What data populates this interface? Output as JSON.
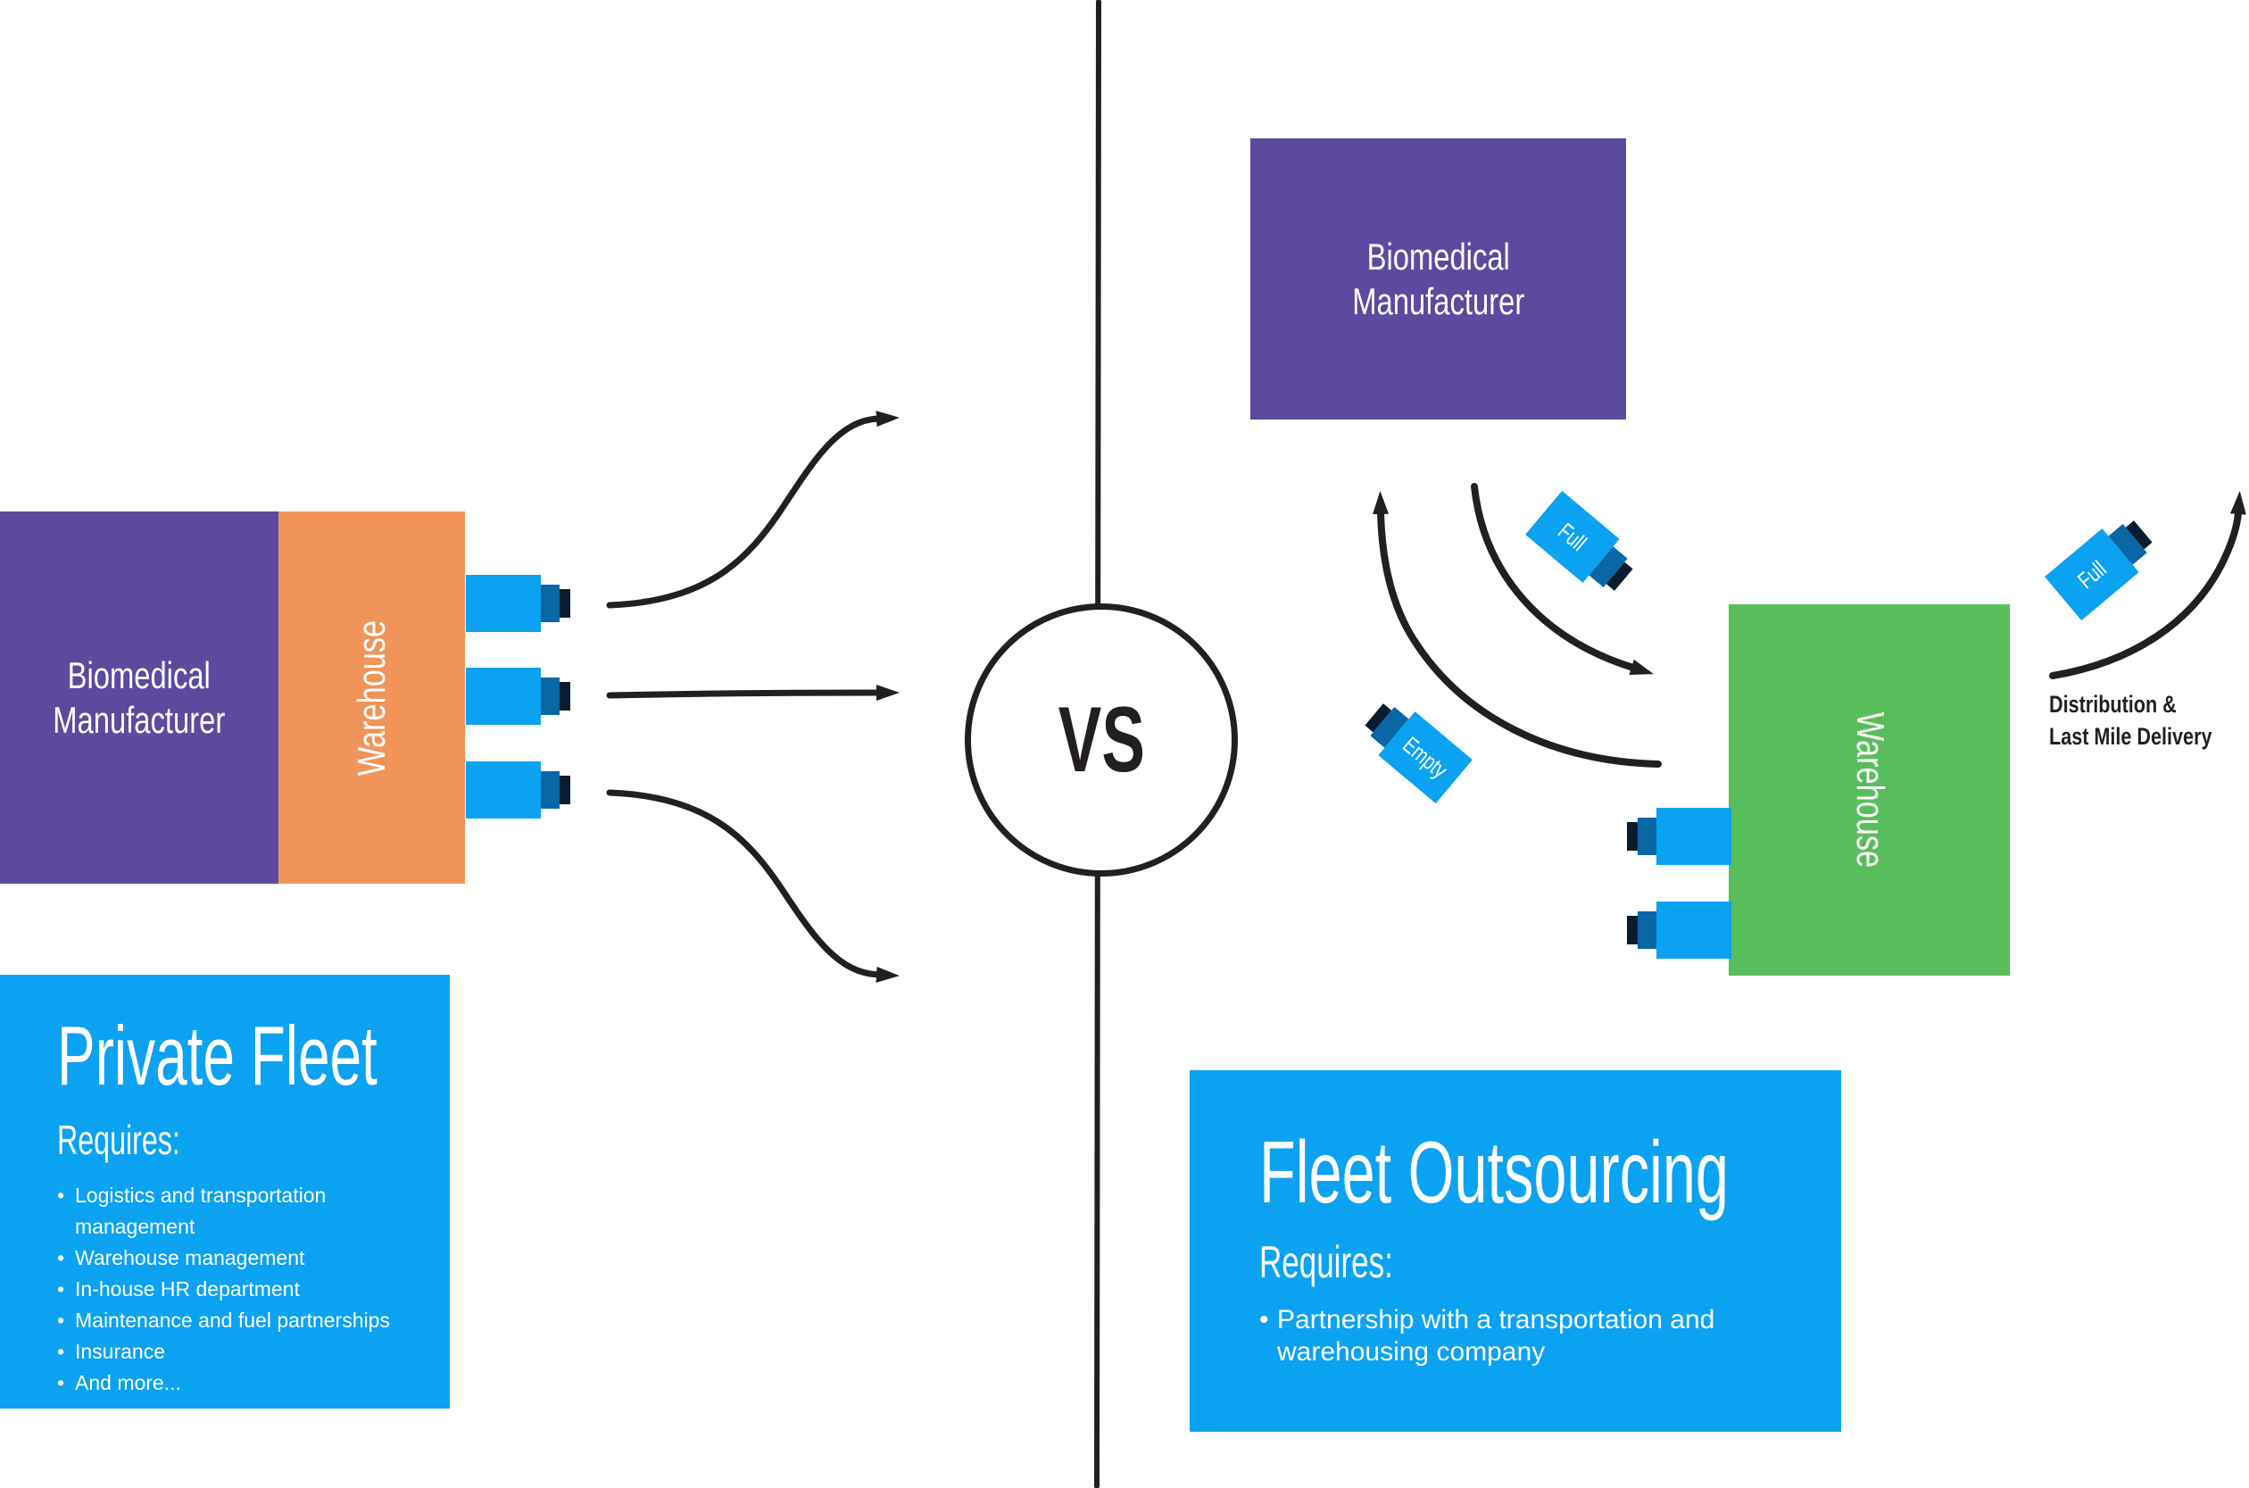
{
  "colors": {
    "purple": "#5C4A9F",
    "orange": "#F0945A",
    "blue": "#0BA2F2",
    "green": "#58BE5C",
    "truck_cab": "#0967A5",
    "truck_front": "#0A1D2E",
    "ink": "#231F20"
  },
  "ui": {
    "bullet": "•"
  },
  "vs": {
    "label": "VS"
  },
  "left_side": {
    "manufacturer_label": "Biomedical\nManufacturer",
    "warehouse_label": "Warehouse"
  },
  "right_side": {
    "manufacturer_label": "Biomedical\nManufacturer",
    "warehouse_label": "Warehouse"
  },
  "trucks": {
    "full_label": "Full",
    "empty_label": "Empty"
  },
  "distribution": {
    "line1": "Distribution &",
    "line2": "Last Mile Delivery"
  },
  "panels": {
    "private": {
      "title": "Private Fleet",
      "requires_label": "Requires:",
      "items": [
        "Logistics and transportation management",
        "Warehouse management",
        "In-house HR department",
        "Maintenance and fuel partnerships",
        "Insurance",
        "And more..."
      ]
    },
    "outsourcing": {
      "title": "Fleet Outsourcing",
      "requires_label": "Requires:",
      "items": [
        "Partnership with a transportation and warehousing company"
      ]
    }
  }
}
